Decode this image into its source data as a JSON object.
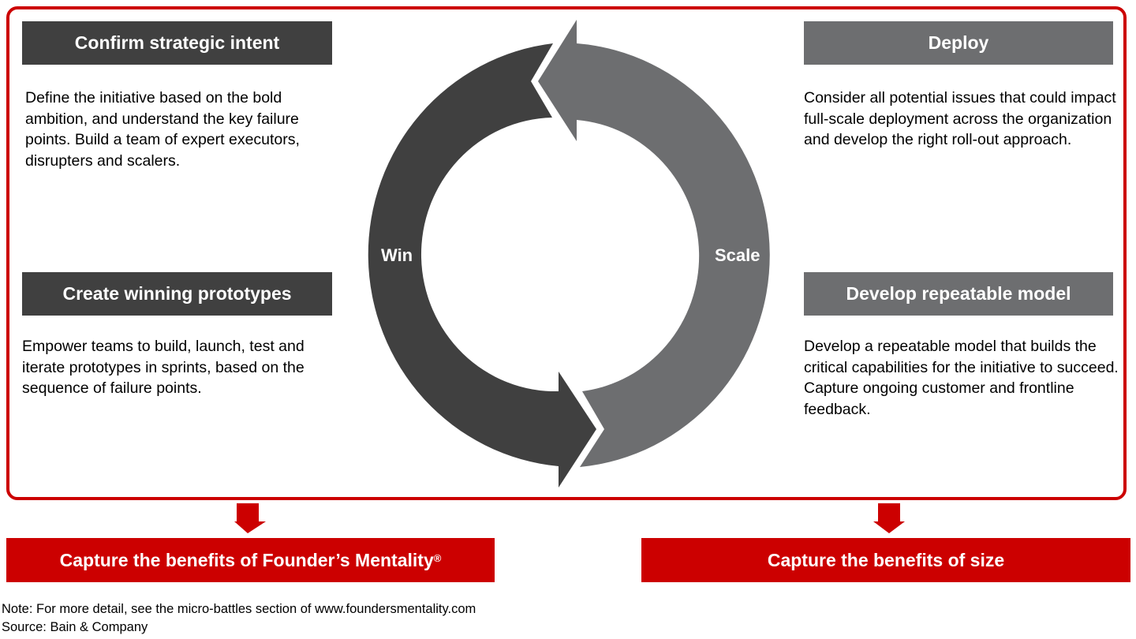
{
  "left": {
    "header1": "Confirm strategic intent",
    "text1": "Define the initiative based on the bold ambition, and understand the key failure points. Build a team of expert executors, disrupters and scalers.",
    "header2": "Create winning prototypes",
    "text2": "Empower teams to build, launch, test and iterate prototypes in sprints, based on the sequence of failure points."
  },
  "right": {
    "header1": "Deploy",
    "text1": "Consider all potential issues that could impact full-scale deployment across the organization and develop the right roll-out approach.",
    "header2": "Develop repeatable model",
    "text2": "Develop a repeatable model that builds the critical capabilities for the initiative to succeed. Capture ongoing customer and frontline feedback."
  },
  "cycle": {
    "win": "Win",
    "scale": "Scale"
  },
  "outcomes": {
    "left": "Capture the benefits of Founder’s Mentality",
    "left_mark": "®",
    "right": "Capture the benefits of size"
  },
  "footer": {
    "note": "Note: For more detail, see the micro-battles section of www.foundersmentality.com",
    "source": "Source: Bain & Company"
  },
  "colors": {
    "accent": "#cc0000",
    "dark": "#404040",
    "gray": "#6d6e70"
  }
}
